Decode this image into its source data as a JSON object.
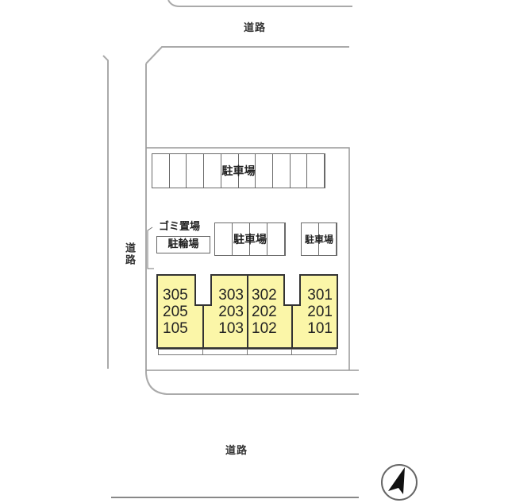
{
  "roads": {
    "north": "道路",
    "west": "道路",
    "south": "道路"
  },
  "site": {
    "parking_top": {
      "label": "駐車場",
      "spaces": 10
    },
    "parking_middle": {
      "label": "駐車場",
      "spaces": 4
    },
    "parking_right": {
      "label": "駐車場",
      "spaces": 2
    },
    "garbage": {
      "label": "ゴミ置場"
    },
    "bicycle": {
      "label": "駐輪場"
    }
  },
  "building": {
    "color": "#fbf6a8",
    "units": [
      {
        "floors": [
          "305",
          "205",
          "105"
        ]
      },
      {
        "floors": [
          "303",
          "203",
          "103"
        ]
      },
      {
        "floors": [
          "302",
          "202",
          "102"
        ]
      },
      {
        "floors": [
          "301",
          "201",
          "101"
        ]
      }
    ]
  },
  "compass": {
    "icon": "north-arrow-icon"
  }
}
